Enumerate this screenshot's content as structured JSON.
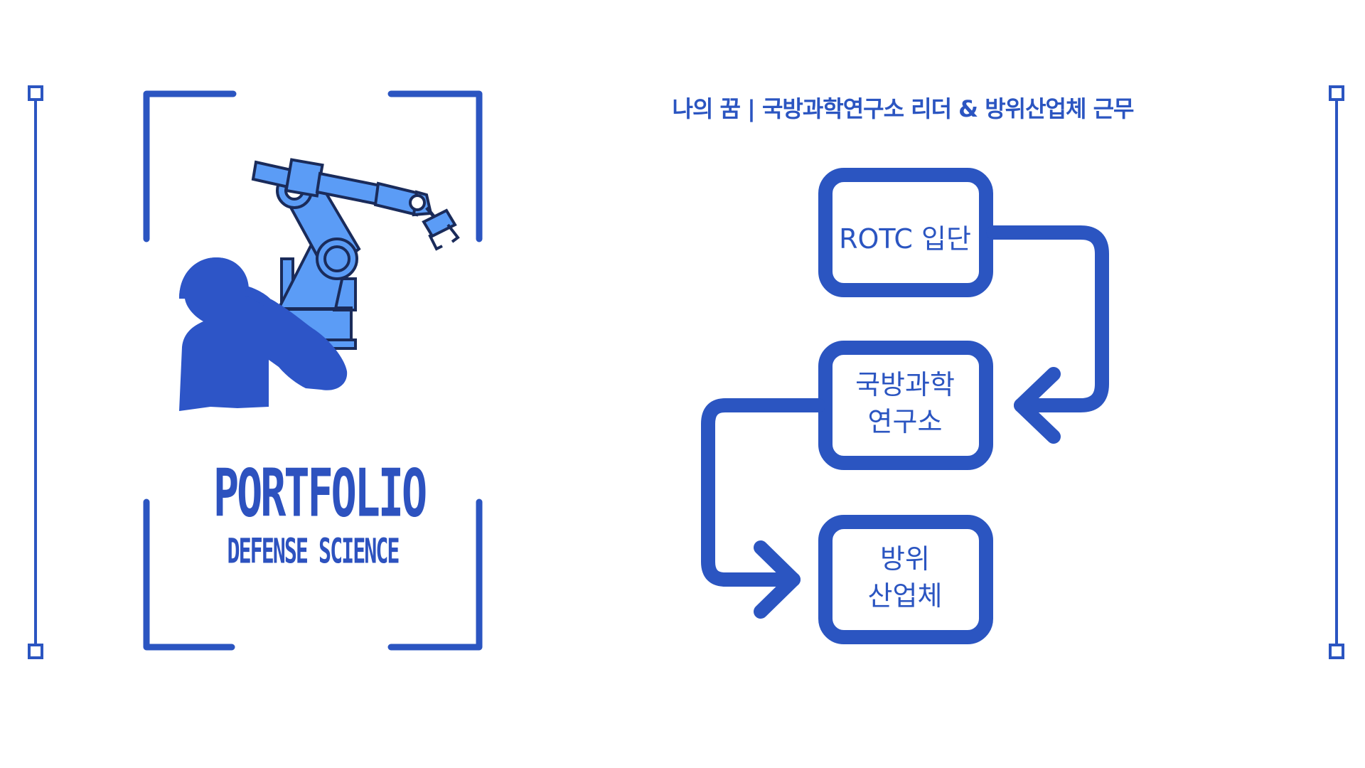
{
  "headline": "나의 꿈 | 국방과학연구소 리더 & 방위산업체 근무",
  "logo": {
    "title": "PORTFOLIO",
    "subtitle": "DEFENSE SCIENCE"
  },
  "flow": {
    "steps": [
      {
        "lines": [
          "ROTC 입단"
        ]
      },
      {
        "lines": [
          "국방과학",
          "연구소"
        ]
      },
      {
        "lines": [
          "방위",
          "산업체"
        ]
      }
    ]
  },
  "icons": {
    "illustration": "saluting-soldier-with-robot-arm-icon",
    "arrows": "arrow-right-icon"
  },
  "colors": {
    "primary": "#2b55c1",
    "robot_fill": "#5b9cf6",
    "robot_outline": "#1a2b5a",
    "background": "#ffffff"
  }
}
